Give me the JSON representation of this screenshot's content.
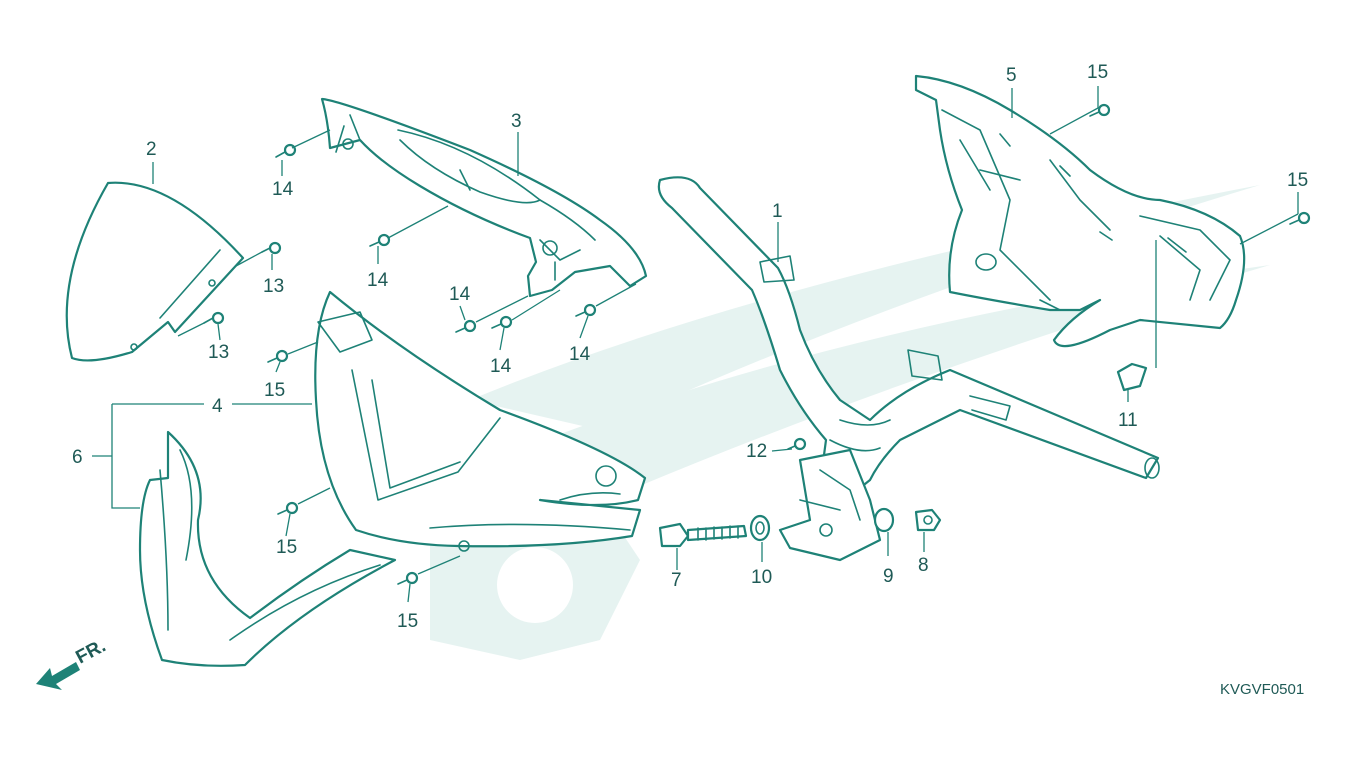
{
  "diagram": {
    "drawing_code": "KVGVF0501",
    "direction_label": "FR.",
    "callouts": [
      {
        "id": "c1",
        "text": "1"
      },
      {
        "id": "c2",
        "text": "2"
      },
      {
        "id": "c3",
        "text": "3"
      },
      {
        "id": "c4",
        "text": "4"
      },
      {
        "id": "c5",
        "text": "5"
      },
      {
        "id": "c6",
        "text": "6"
      },
      {
        "id": "c7",
        "text": "7"
      },
      {
        "id": "c8",
        "text": "8"
      },
      {
        "id": "c9",
        "text": "9"
      },
      {
        "id": "c10",
        "text": "10"
      },
      {
        "id": "c11",
        "text": "11"
      },
      {
        "id": "c12",
        "text": "12"
      },
      {
        "id": "c13a",
        "text": "13"
      },
      {
        "id": "c13b",
        "text": "13"
      },
      {
        "id": "c14a",
        "text": "14"
      },
      {
        "id": "c14b",
        "text": "14"
      },
      {
        "id": "c14c",
        "text": "14"
      },
      {
        "id": "c14d",
        "text": "14"
      },
      {
        "id": "c14e",
        "text": "14"
      },
      {
        "id": "c15a",
        "text": "15"
      },
      {
        "id": "c15b",
        "text": "15"
      },
      {
        "id": "c15c",
        "text": "15"
      },
      {
        "id": "c15d",
        "text": "15"
      },
      {
        "id": "c15e",
        "text": "15"
      }
    ],
    "colors": {
      "line": "#1e8277",
      "label": "#1f5a56",
      "watermark": "#e6f3f1",
      "background": "#ffffff"
    }
  }
}
